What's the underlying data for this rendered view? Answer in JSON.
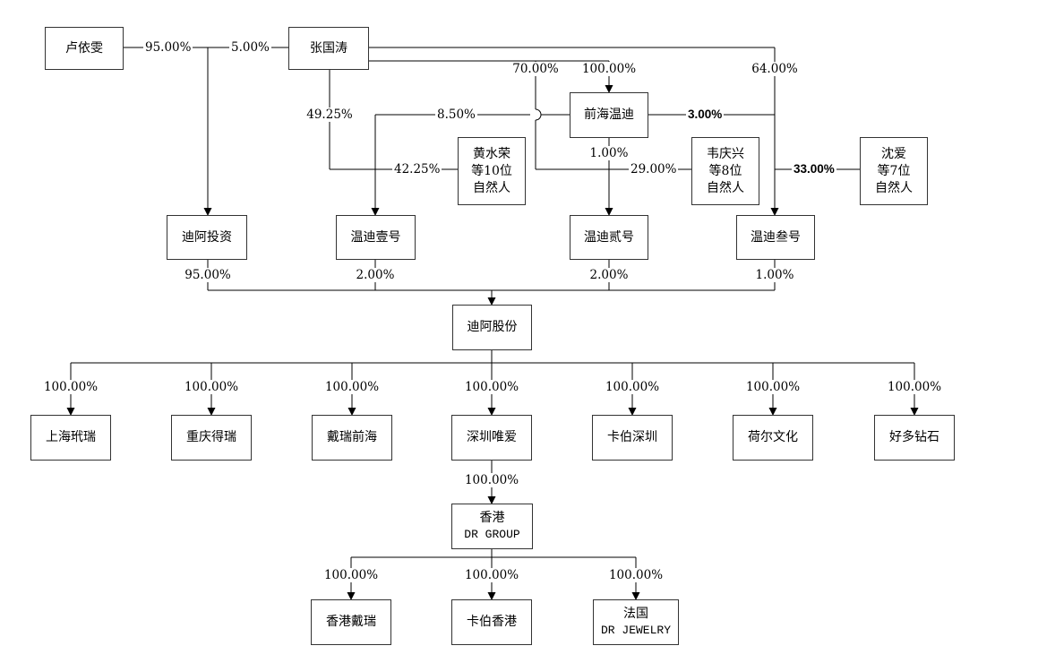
{
  "entities": {
    "lu_yiwen": "卢依雯",
    "zhang_guotao": "张国涛",
    "qianhai_wendi": "前海温迪",
    "huang_shuirong": [
      "黄水荣",
      "等10位",
      "自然人"
    ],
    "wei_qingxing": [
      "韦庆兴",
      "等8位",
      "自然人"
    ],
    "shen_ai": [
      "沈爱",
      "等7位",
      "自然人"
    ],
    "dia_invest": "迪阿投资",
    "wendi_1": "温迪壹号",
    "wendi_2": "温迪贰号",
    "wendi_3": "温迪叁号",
    "dia_shares": "迪阿股份",
    "sh_qirui": "上海玳瑞",
    "cq_derui": "重庆得瑞",
    "dairui_qianhai": "戴瑞前海",
    "sz_weiai": "深圳唯爱",
    "kabo_sz": "卡伯深圳",
    "heer_culture": "荷尔文化",
    "haoduo_zuanshi": "好多钻石",
    "hk_dr_group": [
      "香港",
      "DR GROUP"
    ],
    "hk_dairui": "香港戴瑞",
    "kabo_hk": "卡伯香港",
    "fr_dr_jewelry": [
      "法国",
      "DR JEWELRY"
    ]
  },
  "edges": {
    "lu_to_dia": "95.00%",
    "zhang_to_dia": "5.00%",
    "zhang_to_wendi1": "49.25%",
    "qianhai_to_wendi1": "8.50%",
    "huang_to_wendi1": "42.25%",
    "zhang_to_wendi2": "70.00%",
    "zhang_to_qianhai": "100.00%",
    "zhang_to_wendi3": "64.00%",
    "qianhai_to_wendi3": "3.00%",
    "qianhai_to_wendi2": "1.00%",
    "wei_to_wendi2": "29.00%",
    "shen_to_wendi3": "33.00%",
    "dia_invest_to_shares": "95.00%",
    "wendi1_to_shares": "2.00%",
    "wendi2_to_shares": "2.00%",
    "wendi3_to_shares": "1.00%",
    "sub_pct": "100.00%"
  }
}
